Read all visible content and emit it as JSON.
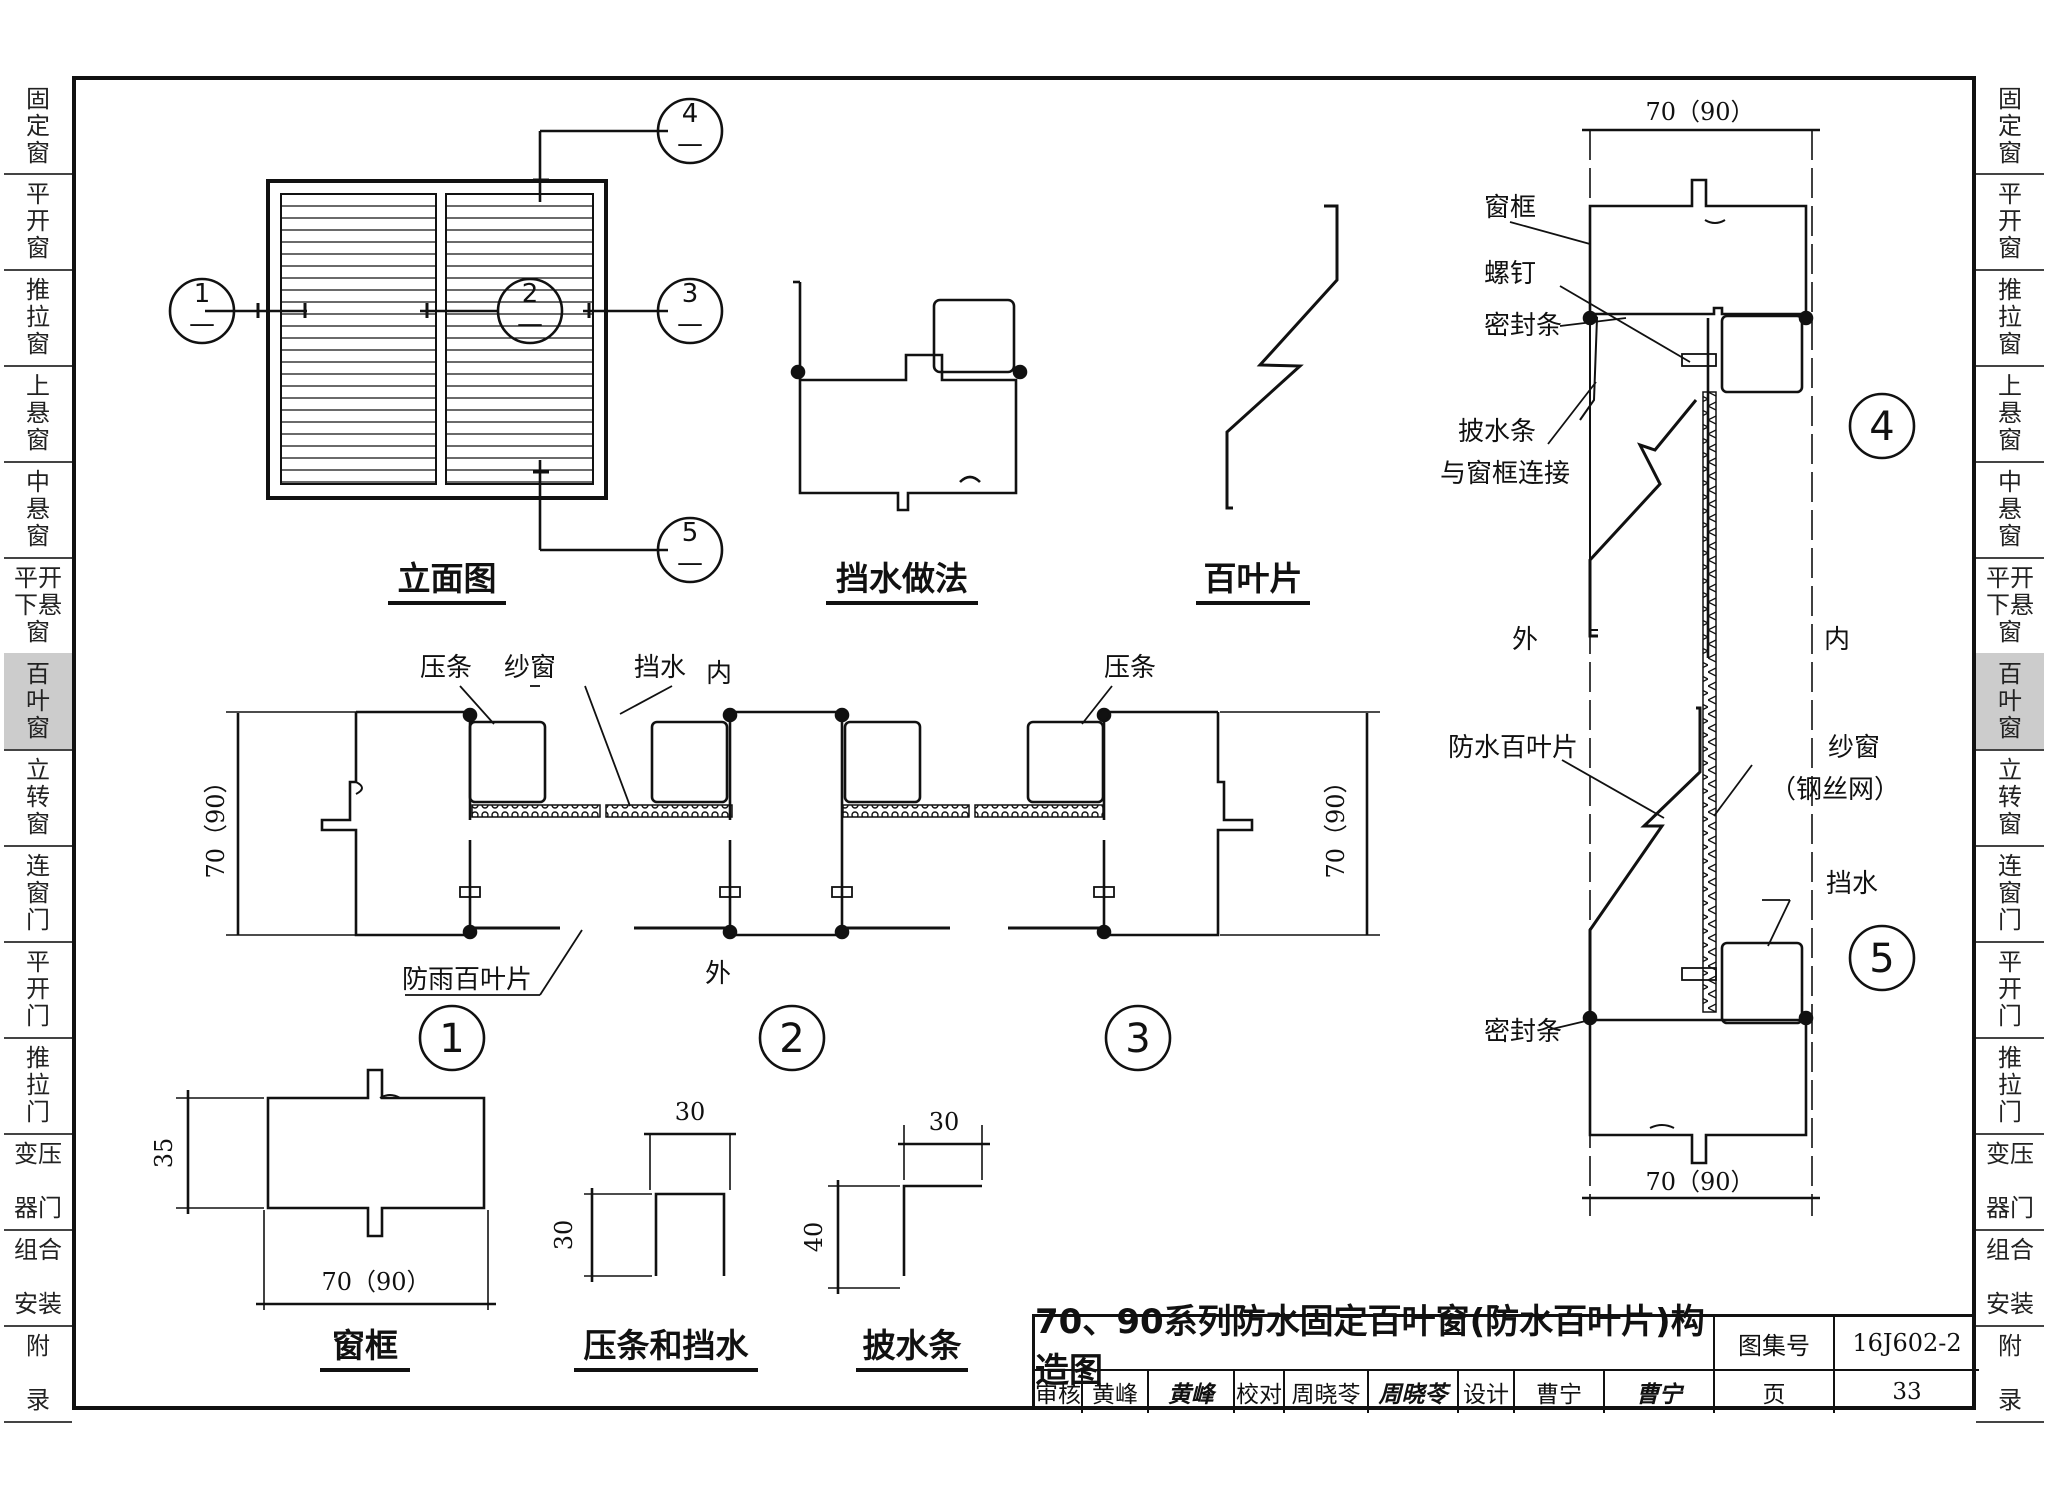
{
  "side_tabs": {
    "items": [
      {
        "label": "固\n定\n窗"
      },
      {
        "label": "平\n开\n窗"
      },
      {
        "label": "推\n拉\n窗"
      },
      {
        "label": "上\n悬\n窗"
      },
      {
        "label": "中\n悬\n窗"
      },
      {
        "label": "平开\n下悬\n窗"
      },
      {
        "label": "百\n叶\n窗",
        "active": true
      },
      {
        "label": "立\n转\n窗"
      },
      {
        "label": "连\n窗\n门"
      },
      {
        "label": "平\n开\n门"
      },
      {
        "label": "推\n拉\n门"
      },
      {
        "label": "变压\n\n器门"
      },
      {
        "label": "组合\n\n安装"
      },
      {
        "label": "附\n\n录"
      }
    ]
  },
  "captions": {
    "elevation": "立面图",
    "water_stop": "挡水做法",
    "louver_blade": "百叶片",
    "window_frame": "窗框",
    "bead_and_stop": "压条和挡水",
    "drip": "披水条"
  },
  "section_marks": {
    "m1": "1",
    "m2": "2",
    "m3": "3",
    "m4": "4",
    "m5": "5",
    "dash": "—",
    "c1": "1",
    "c2": "2",
    "c3": "3",
    "c4": "4",
    "c5": "5"
  },
  "labels": {
    "bead": "压条",
    "screen": "纱窗",
    "water_stop": "挡水",
    "inside": "内",
    "outside": "外",
    "rain_louver": "防雨百叶片",
    "frame": "窗框",
    "screw": "螺钉",
    "seal": "密封条",
    "drip_1": "披水条",
    "drip_2": "与窗框连接",
    "waterproof_louver": "防水百叶片",
    "screen_mesh_1": "纱窗",
    "screen_mesh_2": "（钢丝网）",
    "seal_2": "密封条"
  },
  "dimensions": {
    "d70_90": "70（90）",
    "d35": "35",
    "d30": "30",
    "d40": "40"
  },
  "title_block": {
    "title": "70、90系列防水固定百叶窗(防水百叶片)构造图",
    "atlas_label": "图集号",
    "atlas_no": "16J602-2",
    "review_label": "审核",
    "reviewer": "黄峰",
    "reviewer_sig": "黄峰",
    "check_label": "校对",
    "checker": "周晓苓",
    "checker_sig": "周晓苓",
    "design_label": "设计",
    "designer": "曹宁",
    "designer_sig": "曹宁",
    "page_label": "页",
    "page_no": "33"
  }
}
